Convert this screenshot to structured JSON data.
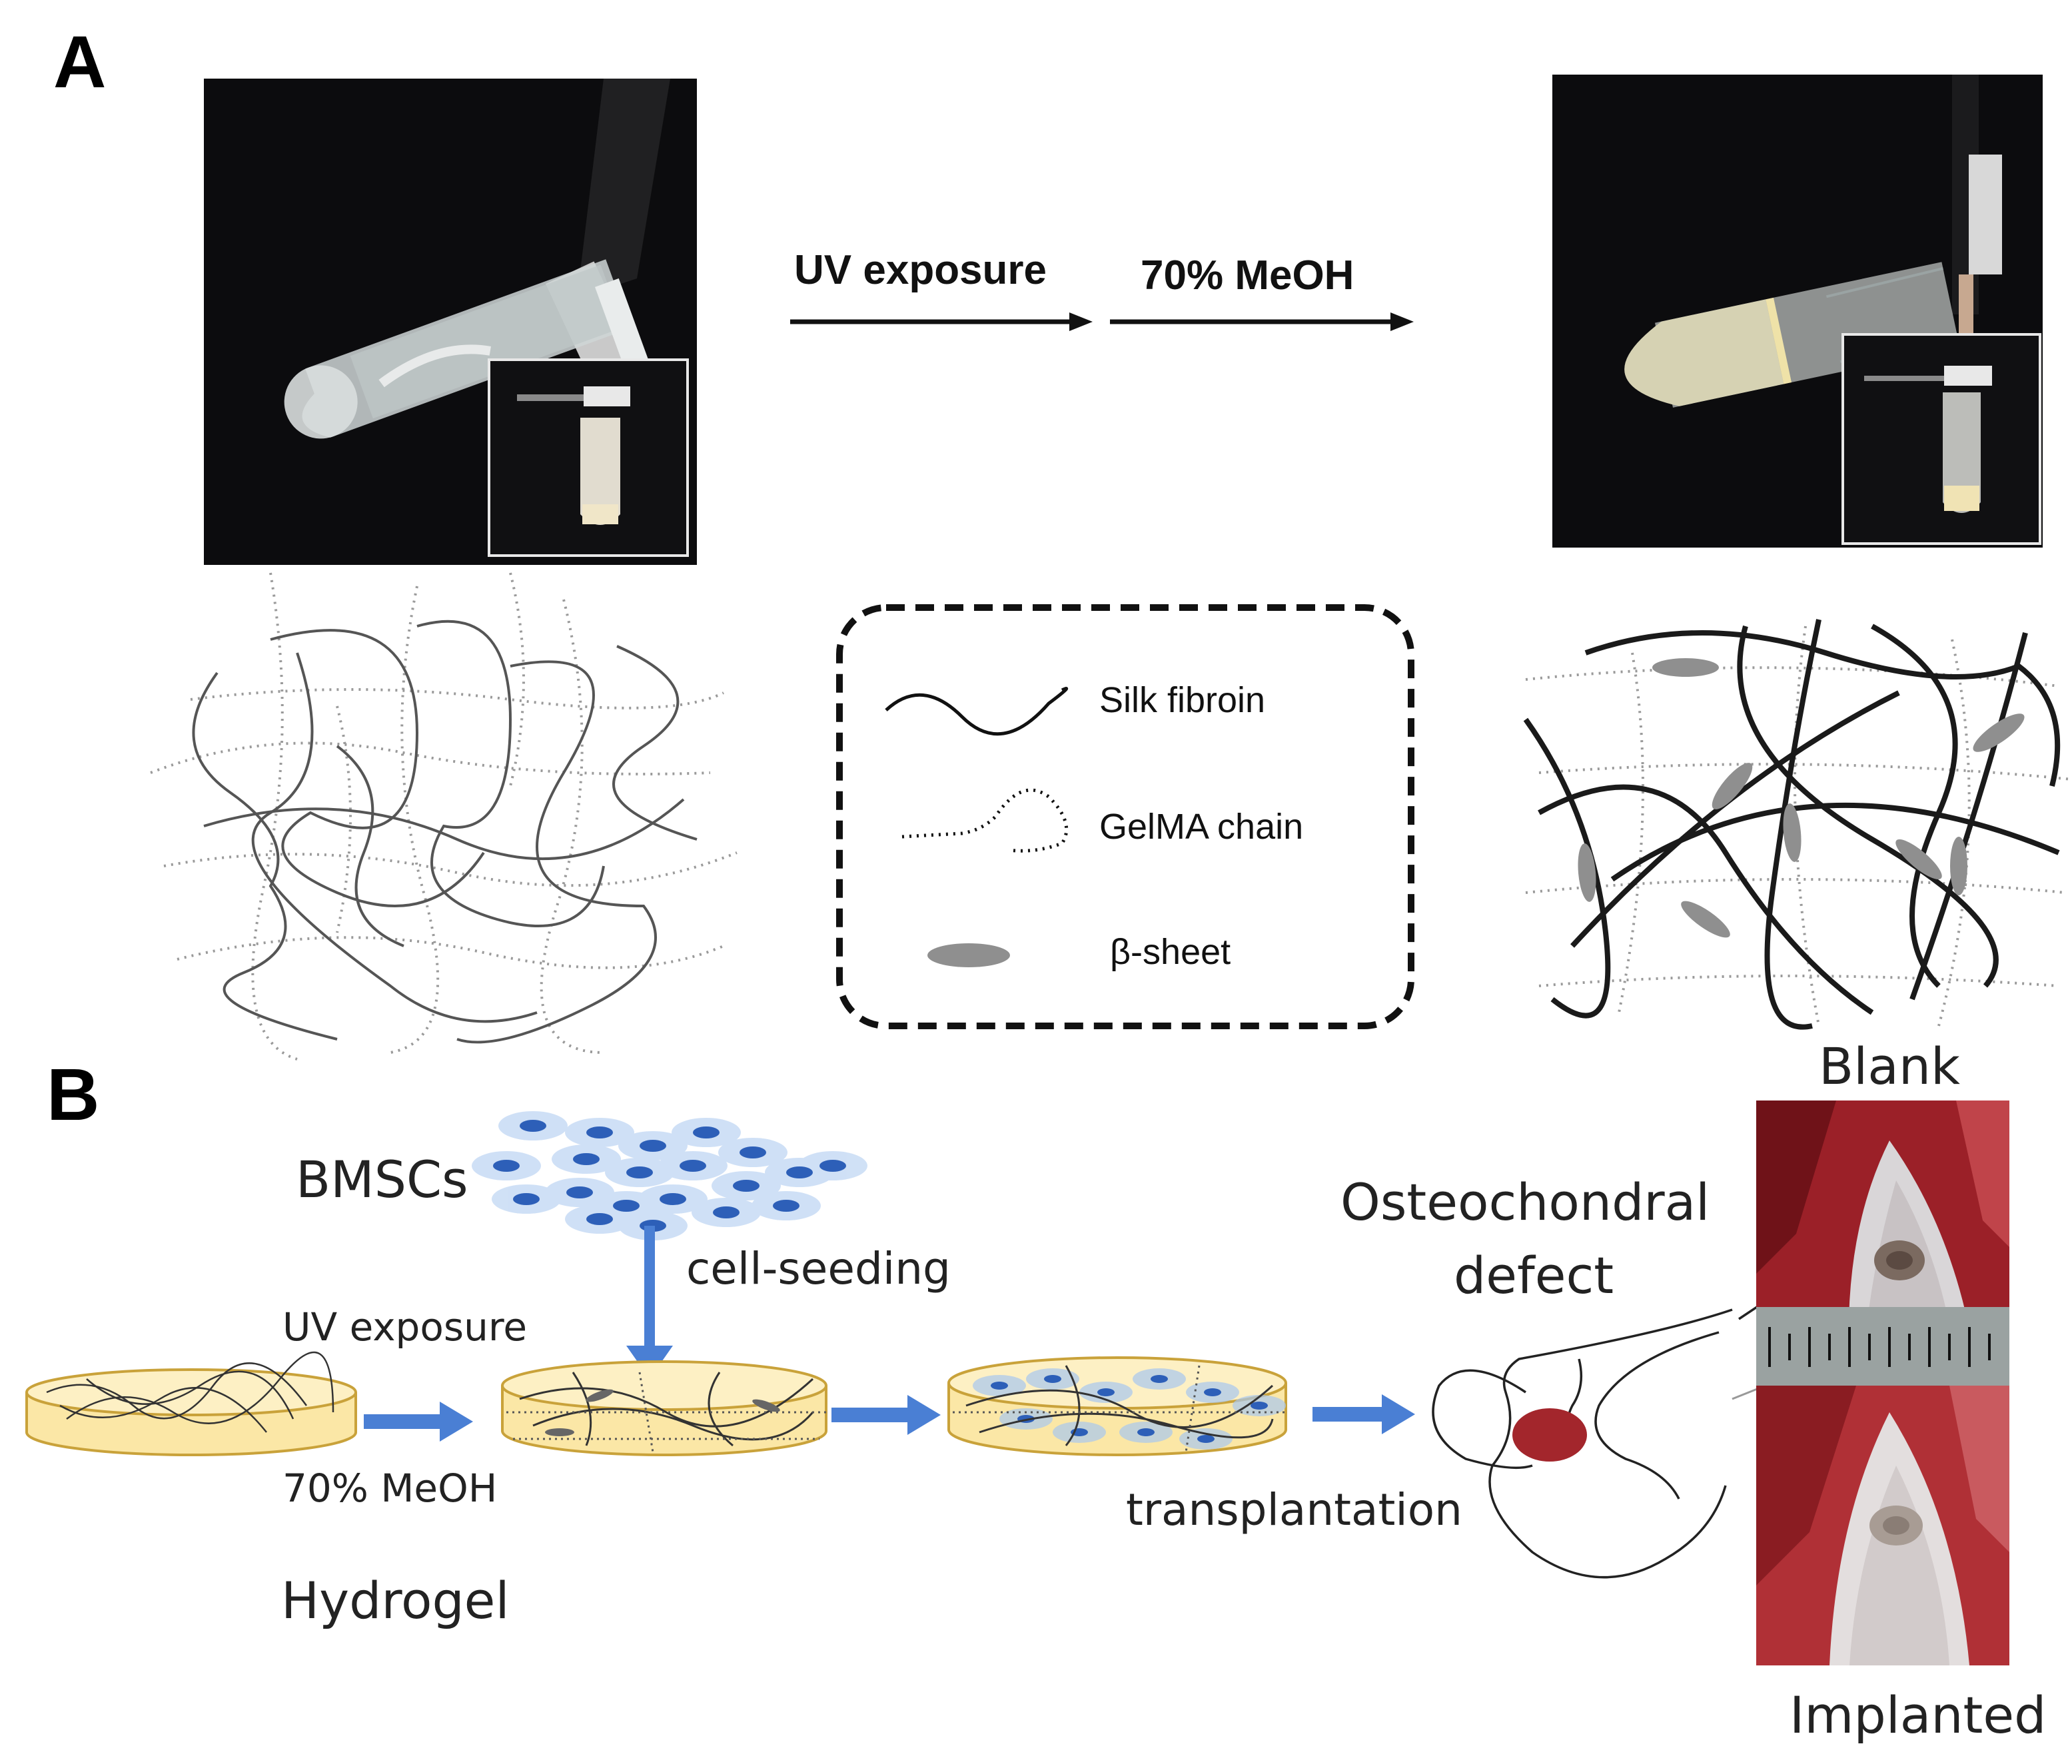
{
  "panel_a": {
    "letter": "A",
    "step_1": "UV exposure",
    "step_2": "70% MeOH",
    "legend": {
      "silk": "Silk fibroin",
      "gelma": "GelMA chain",
      "sheet": "β-sheet"
    }
  },
  "panel_b": {
    "letter": "B",
    "cells": "BMSCs",
    "seeding": "cell-seeding",
    "uv": "UV exposure",
    "meoh": "70% MeOH",
    "hydrogel": "Hydrogel",
    "defect_line1": "Osteochondral",
    "defect_line2": "defect",
    "transplant": "transplantation",
    "blank": "Blank",
    "implanted": "Implanted"
  },
  "colors": {
    "arrow_blue": "#4a7fd4",
    "dish_fill": "#fbe7a6",
    "dish_edge": "#c9a23a",
    "cell_halo": "#a9c8ef",
    "cell_nucleus": "#2d5fb8",
    "tissue_red": "#a3262c",
    "sheet_grey": "#8f8f8f"
  }
}
